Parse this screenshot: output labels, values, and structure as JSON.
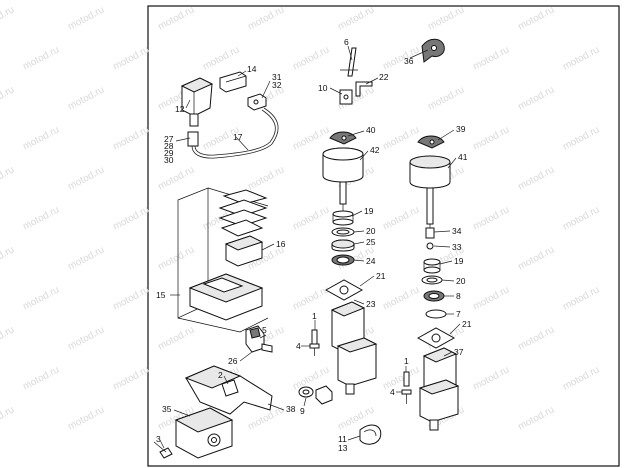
{
  "watermark": {
    "text": "motod.ru"
  },
  "callouts": [
    {
      "id": "c6",
      "text": "6"
    },
    {
      "id": "c36",
      "text": "36"
    },
    {
      "id": "c14",
      "text": "14"
    },
    {
      "id": "c31",
      "text": "31"
    },
    {
      "id": "c32",
      "text": "32"
    },
    {
      "id": "c10",
      "text": "10"
    },
    {
      "id": "c22",
      "text": "22"
    },
    {
      "id": "c12",
      "text": "12"
    },
    {
      "id": "c27",
      "text": "27"
    },
    {
      "id": "c28",
      "text": "28"
    },
    {
      "id": "c29",
      "text": "29"
    },
    {
      "id": "c30",
      "text": "30"
    },
    {
      "id": "c17",
      "text": "17"
    },
    {
      "id": "c40",
      "text": "40"
    },
    {
      "id": "c42",
      "text": "42"
    },
    {
      "id": "c39",
      "text": "39"
    },
    {
      "id": "c41",
      "text": "41"
    },
    {
      "id": "c19a",
      "text": "19"
    },
    {
      "id": "c20a",
      "text": "20"
    },
    {
      "id": "c25",
      "text": "25"
    },
    {
      "id": "c24",
      "text": "24"
    },
    {
      "id": "c21a",
      "text": "21"
    },
    {
      "id": "c23",
      "text": "23"
    },
    {
      "id": "c34",
      "text": "34"
    },
    {
      "id": "c33",
      "text": "33"
    },
    {
      "id": "c19b",
      "text": "19"
    },
    {
      "id": "c20b",
      "text": "20"
    },
    {
      "id": "c8",
      "text": "8"
    },
    {
      "id": "c7",
      "text": "7"
    },
    {
      "id": "c21b",
      "text": "21"
    },
    {
      "id": "c37",
      "text": "37"
    },
    {
      "id": "c16",
      "text": "16"
    },
    {
      "id": "c15",
      "text": "15"
    },
    {
      "id": "c5",
      "text": "5"
    },
    {
      "id": "c26",
      "text": "26"
    },
    {
      "id": "c1a",
      "text": "1"
    },
    {
      "id": "c4a",
      "text": "4"
    },
    {
      "id": "c9",
      "text": "9"
    },
    {
      "id": "c1b",
      "text": "1"
    },
    {
      "id": "c4b",
      "text": "4"
    },
    {
      "id": "c2",
      "text": "2"
    },
    {
      "id": "c35",
      "text": "35"
    },
    {
      "id": "c38",
      "text": "38"
    },
    {
      "id": "c3",
      "text": "3"
    },
    {
      "id": "c11",
      "text": "11"
    },
    {
      "id": "c13",
      "text": "13"
    }
  ]
}
